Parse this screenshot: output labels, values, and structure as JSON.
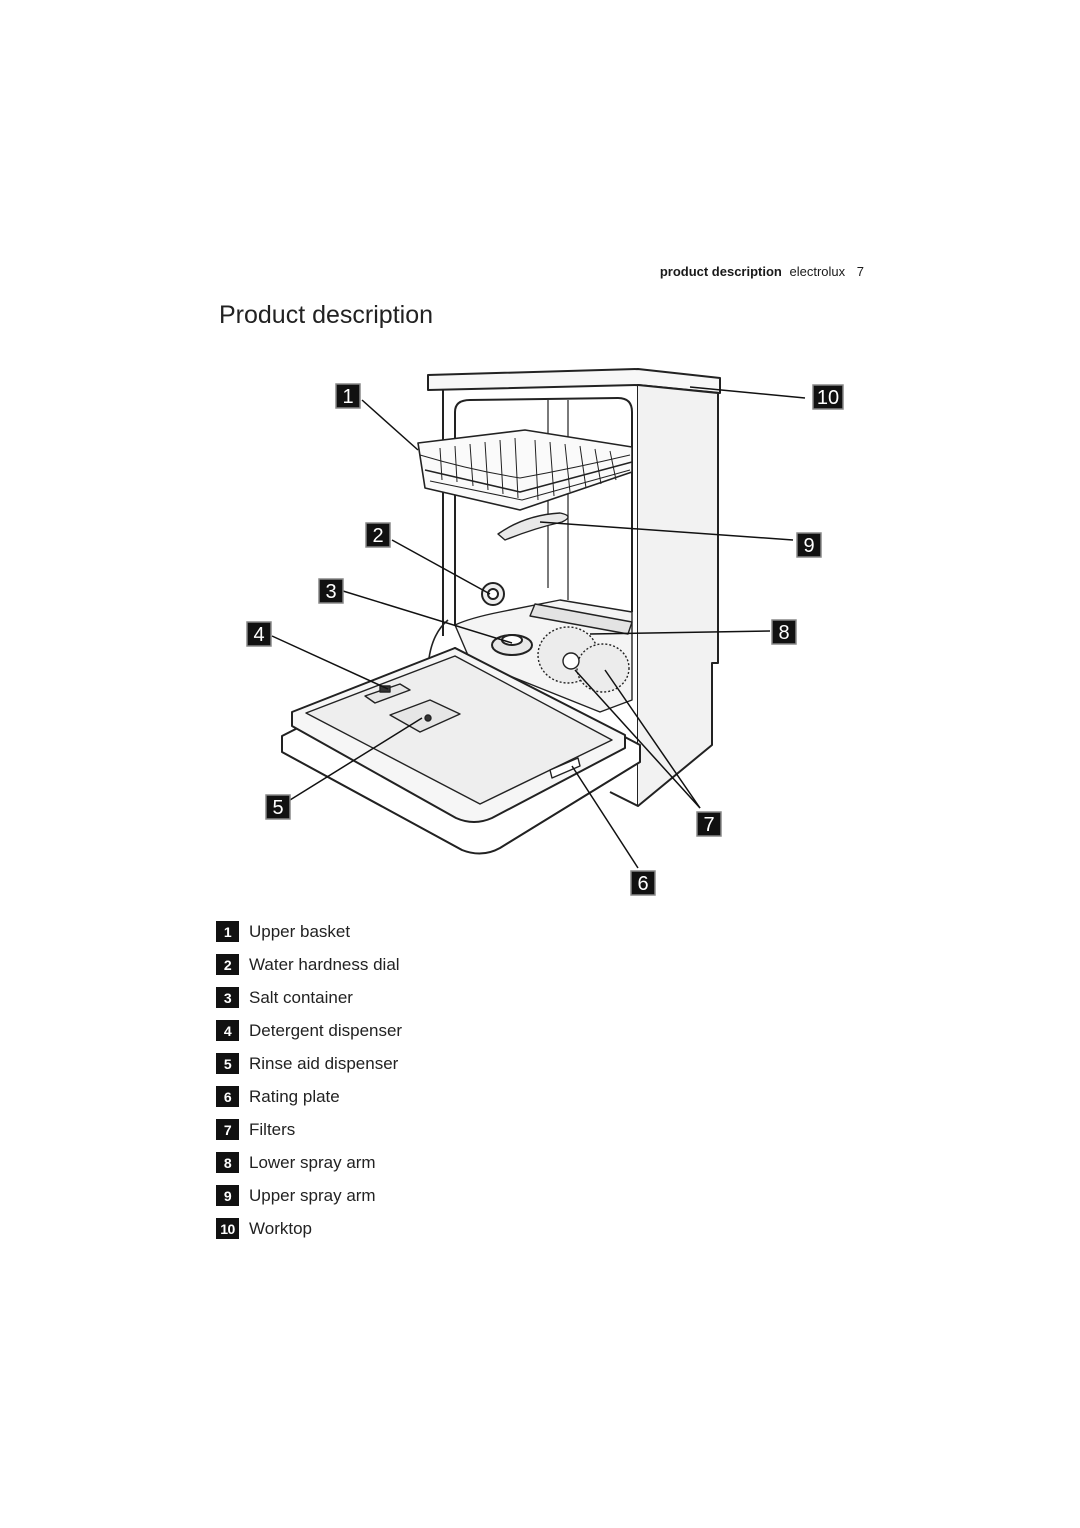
{
  "header": {
    "section": "product description",
    "brand": "electrolux",
    "page_number": "7"
  },
  "title": "Product description",
  "callouts": [
    "1",
    "2",
    "3",
    "4",
    "5",
    "6",
    "7",
    "8",
    "9",
    "10"
  ],
  "legend": [
    {
      "num": "1",
      "label": "Upper basket"
    },
    {
      "num": "2",
      "label": "Water hardness dial"
    },
    {
      "num": "3",
      "label": "Salt container"
    },
    {
      "num": "4",
      "label": "Detergent dispenser"
    },
    {
      "num": "5",
      "label": "Rinse aid dispenser"
    },
    {
      "num": "6",
      "label": "Rating plate"
    },
    {
      "num": "7",
      "label": "Filters"
    },
    {
      "num": "8",
      "label": "Lower spray arm"
    },
    {
      "num": "9",
      "label": "Upper spray arm"
    },
    {
      "num": "10",
      "label": "Worktop"
    }
  ]
}
